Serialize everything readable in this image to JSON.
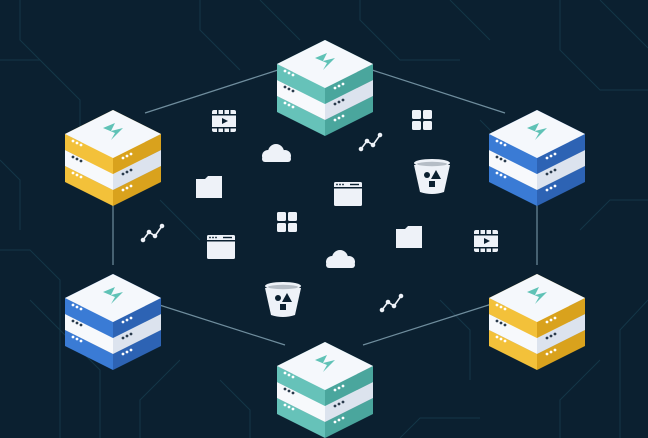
{
  "colors": {
    "background": "#0b2030",
    "grid_line": "#15394a",
    "connector": "#6f8d9d",
    "icon_fill": "#eef2f8",
    "teal": "#66c2b9",
    "teal_side": "#4aa69d",
    "yellow": "#f3c13a",
    "yellow_side": "#d9a21d",
    "blue": "#3a7bd5",
    "blue_side": "#2d63b4",
    "slab_white": "#f7f9fc",
    "slab_white_side": "#dce3ee",
    "server_top": "#f5f8fc",
    "logo": "#5fc2b6"
  },
  "servers": [
    {
      "id": "top",
      "color": "teal"
    },
    {
      "id": "upper-left",
      "color": "yellow"
    },
    {
      "id": "upper-right",
      "color": "blue"
    },
    {
      "id": "lower-left",
      "color": "blue"
    },
    {
      "id": "lower-right",
      "color": "yellow"
    },
    {
      "id": "bottom",
      "color": "teal"
    }
  ],
  "icons": [
    "video-icon",
    "video-icon",
    "grid-icon",
    "grid-icon",
    "cloud-icon",
    "cloud-icon",
    "folder-icon",
    "folder-icon",
    "window-icon",
    "window-icon",
    "bucket-icon",
    "bucket-icon",
    "chart-icon",
    "chart-icon",
    "chart-icon"
  ]
}
